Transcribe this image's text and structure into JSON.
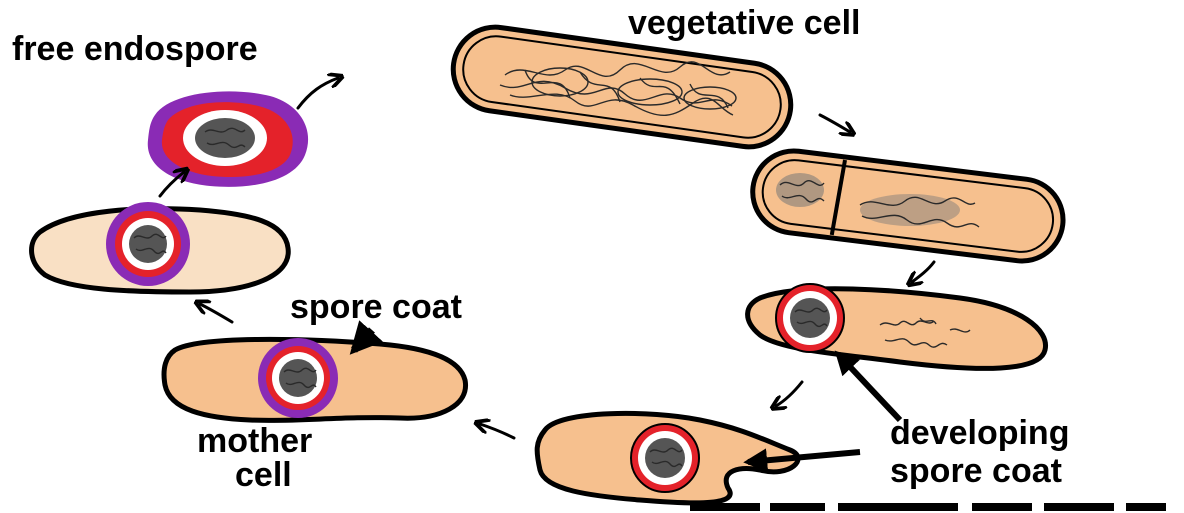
{
  "labels": {
    "free_endospore": "free endospore",
    "vegetative_cell": "vegetative cell",
    "spore_coat": "spore coat",
    "mother_cell_line1": "mother",
    "mother_cell_line2": "cell",
    "developing_line1": "developing",
    "developing_line2": "spore coat"
  },
  "colors": {
    "cytoplasm": "#f6c08e",
    "cytoplasm_light": "#f9e0c4",
    "cortex_red": "#e4222a",
    "coat_purple": "#8a2bb5",
    "core_white": "#ffffff",
    "outline": "#000000"
  }
}
